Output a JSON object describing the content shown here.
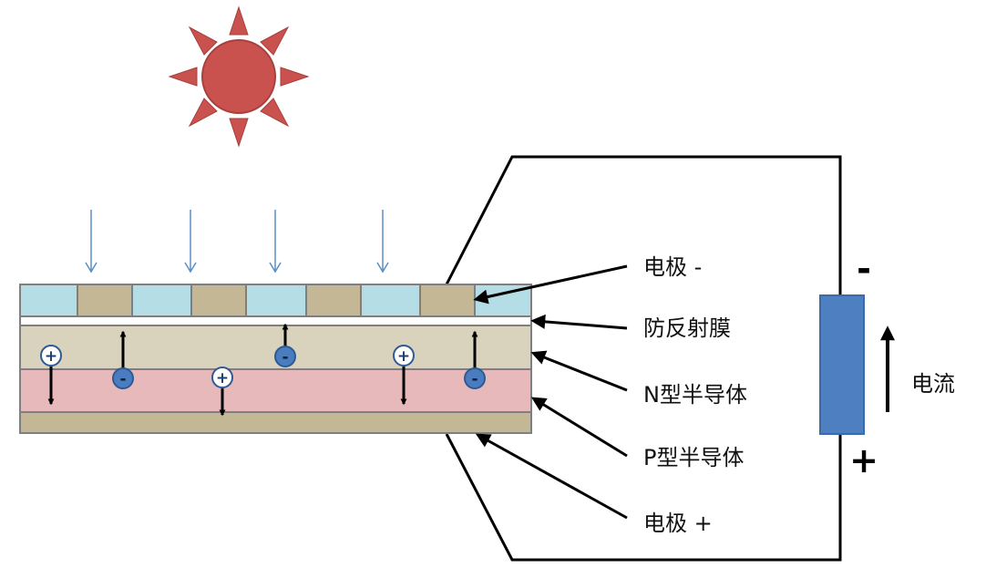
{
  "labels": {
    "electrode_neg": "电极 -",
    "anti_reflection": "防反射膜",
    "n_type": "N型半导体",
    "p_type": "P型半导体",
    "electrode_pos": "电极 +",
    "current": "电流"
  },
  "terminals": {
    "negative": "-",
    "positive": "+"
  },
  "charges": {
    "hole": "+",
    "electron": "-"
  },
  "colors": {
    "sun": "#c9524f",
    "light_arrow": "#5b8fc8",
    "coating_cell": "#b4dde6",
    "electrode_cell": "#c4b796",
    "n_layer": "#d9d3bd",
    "p_layer": "#e8b9bb",
    "bottom_electrode": "#c4b796",
    "electron": "#4a7cc0",
    "battery": "#4e7fc0"
  }
}
